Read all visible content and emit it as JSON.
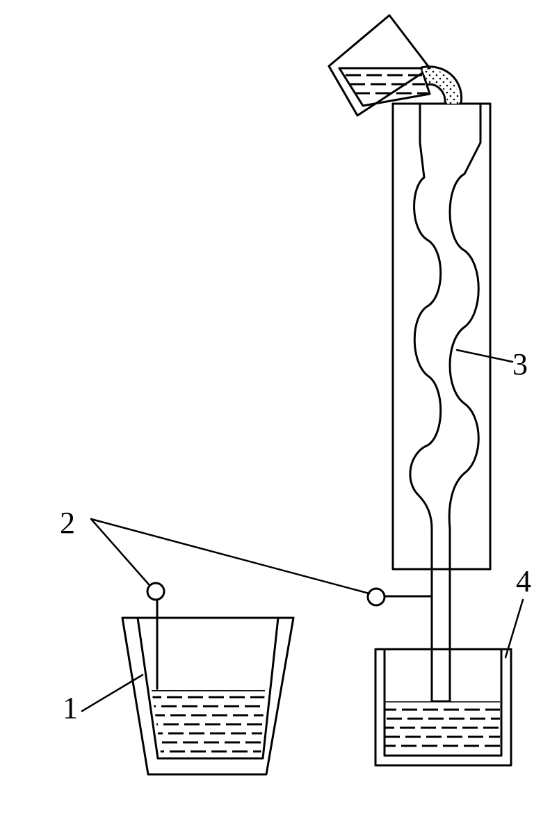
{
  "labels": {
    "crucible": "1",
    "thermocouple": "2",
    "mold": "3",
    "receiver": "4"
  },
  "colors": {
    "line": "#000000",
    "background": "#ffffff"
  }
}
